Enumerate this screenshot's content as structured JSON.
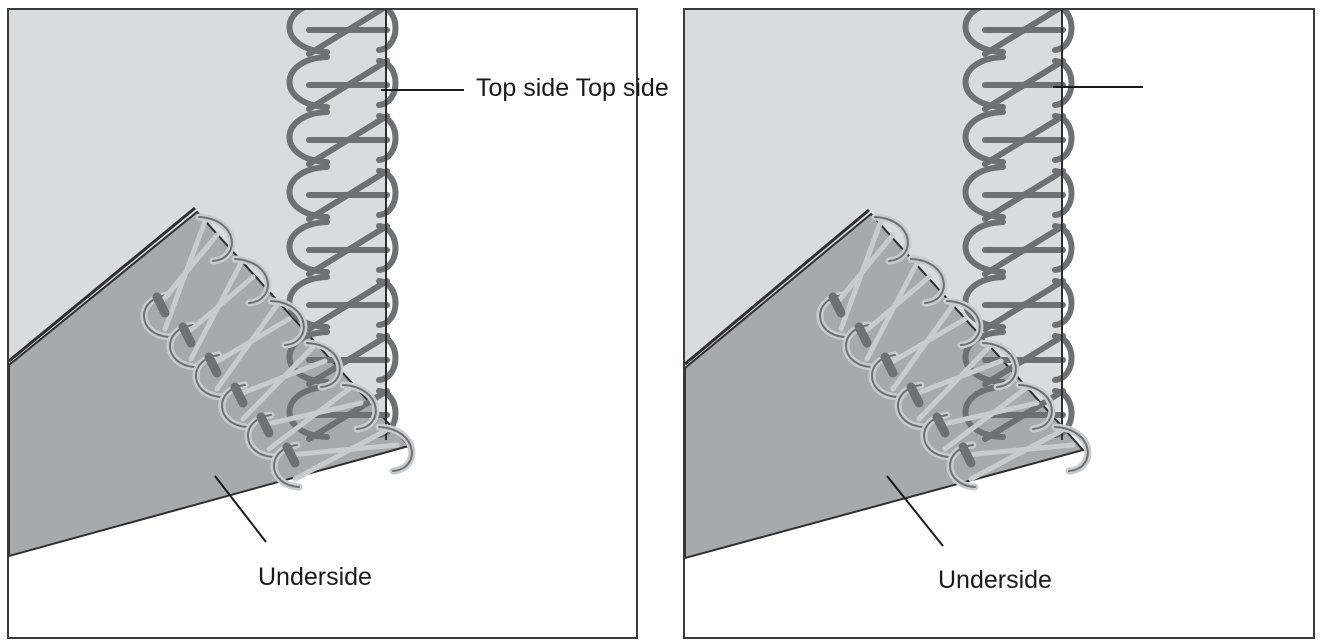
{
  "labels": {
    "top_side": "Top side Top side",
    "underside_left": "Underside",
    "underside_right": "Underside"
  },
  "colors": {
    "fabric_top": "#d9dcdd",
    "fabric_under": "#a7a9aa",
    "thread": "#6e7173",
    "thread_light": "#c9cbcc",
    "outline": "#2f2f2f"
  }
}
